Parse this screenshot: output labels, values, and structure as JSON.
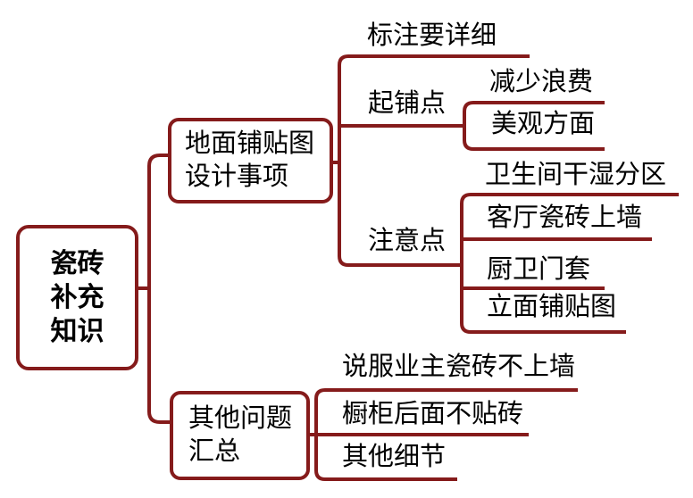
{
  "colors": {
    "line": "#851b1b",
    "text": "#000000",
    "background": "#ffffff"
  },
  "root": {
    "lines": [
      "瓷砖",
      "补充",
      "知识"
    ]
  },
  "branch1": {
    "lines": [
      "地面铺贴图",
      "设计事项"
    ],
    "children": {
      "annotation": {
        "label": "标注要详细"
      },
      "start_point": {
        "label": "起铺点",
        "children": {
          "reduce_waste": {
            "label": "减少浪费"
          },
          "aesthetics": {
            "label": "美观方面"
          }
        }
      },
      "attention": {
        "label": "注意点",
        "children": {
          "bathroom": {
            "label": "卫生间干湿分区"
          },
          "living_room": {
            "label": "客厅瓷砖上墙"
          },
          "door_frames": {
            "label": "厨卫门套"
          },
          "elevation": {
            "label": "立面铺贴图"
          }
        }
      }
    }
  },
  "branch2": {
    "lines": [
      "其他问题",
      "汇总"
    ],
    "children": {
      "persuade": {
        "label": "说服业主瓷砖不上墙"
      },
      "cabinet": {
        "label": "橱柜后面不贴砖"
      },
      "details": {
        "label": "其他细节"
      }
    }
  }
}
